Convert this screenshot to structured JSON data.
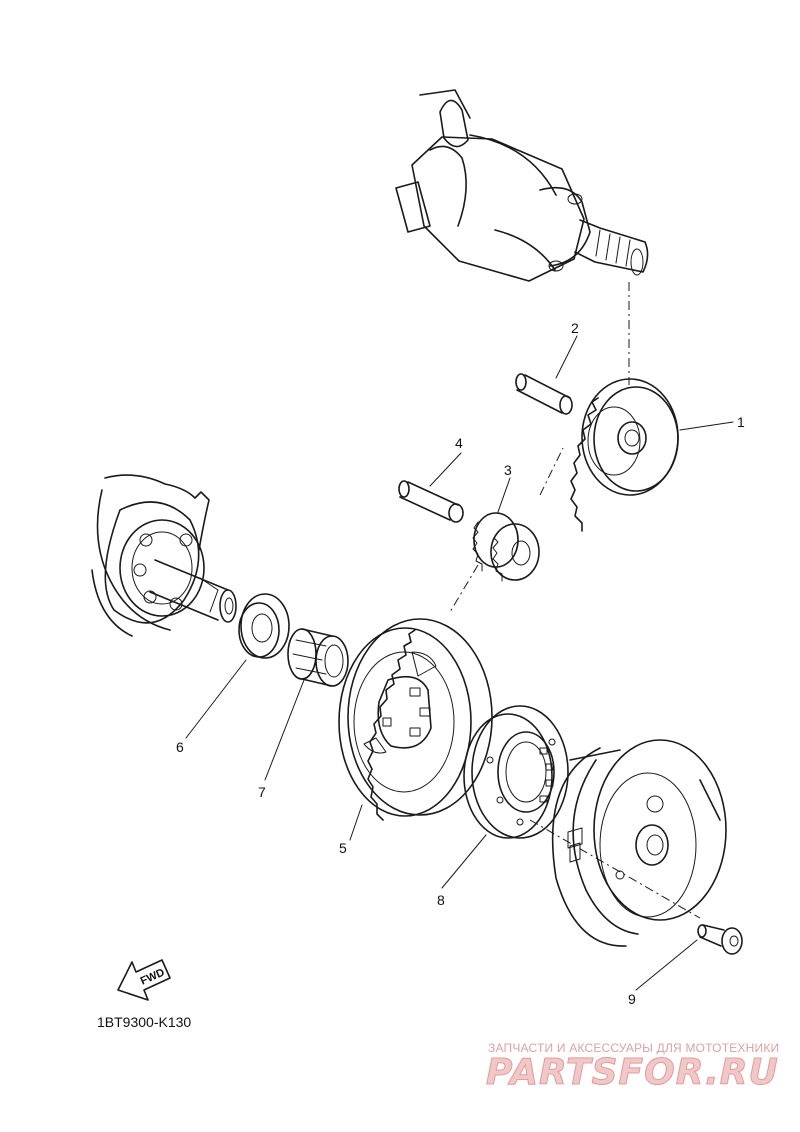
{
  "diagram": {
    "callouts": [
      "1",
      "2",
      "3",
      "4",
      "5",
      "6",
      "7",
      "8",
      "9"
    ],
    "arrow_label": "FWD",
    "diagram_code": "1BT9300-K130"
  },
  "watermark": {
    "tagline": "ЗАПЧАСТИ И АКСЕССУАРЫ ДЛЯ МОТОТЕХНИКИ",
    "brand": "PARTSFOR.RU"
  }
}
